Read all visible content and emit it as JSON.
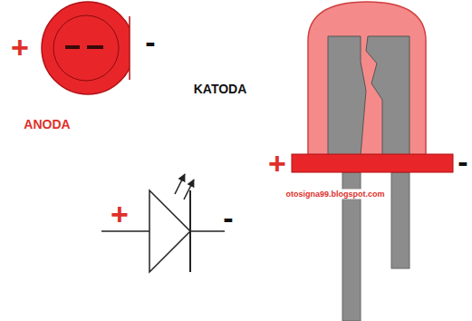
{
  "diagram": {
    "labels": [
      "+",
      "-",
      "KATODA",
      "ANODA",
      "+",
      "-",
      "otosigna99.blogspot.com",
      "+",
      "-"
    ]
  }
}
